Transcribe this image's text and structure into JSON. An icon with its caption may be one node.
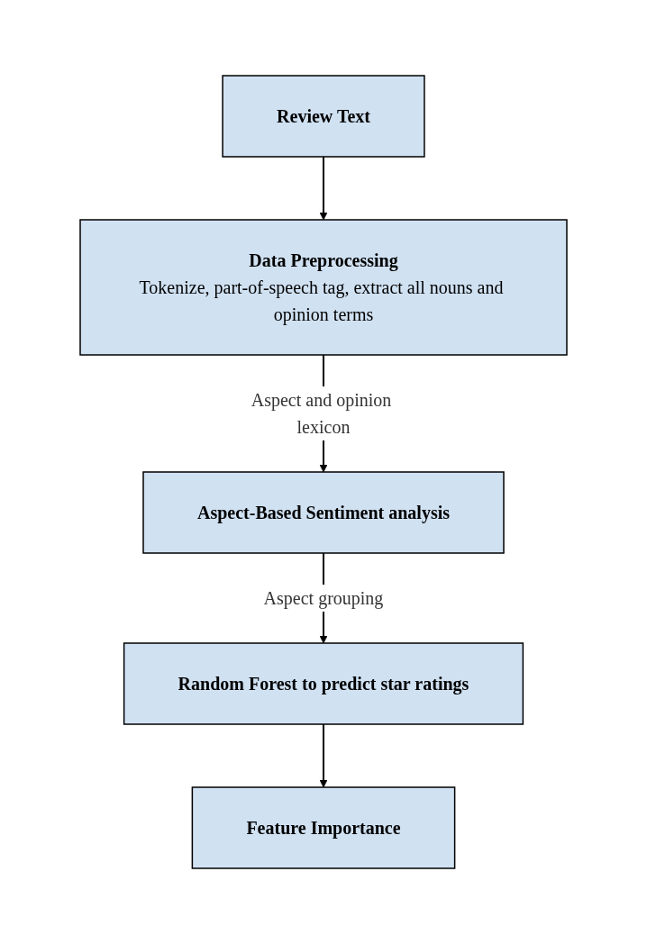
{
  "diagram": {
    "nodes": [
      {
        "text": [
          "Review Text"
        ]
      },
      {
        "text": [
          "Data Preprocessing",
          "Tokenize, part-of-speech tag, extract all nouns and opinion terms"
        ]
      },
      {
        "text": [
          "Aspect-Based Sentiment analysis"
        ]
      },
      {
        "text": [
          "Random Forest to predict star ratings"
        ]
      },
      {
        "text": [
          "Feature Importance"
        ]
      }
    ],
    "edges": [
      {
        "from": 0,
        "to": 1,
        "arrow": "to"
      },
      {
        "from": 1,
        "to": 2,
        "arrow": "to",
        "label": "Aspect and opinion lexicon"
      },
      {
        "from": 2,
        "to": 3,
        "arrow": "to",
        "label": "Aspect grouping"
      },
      {
        "from": 3,
        "to": 4,
        "arrow": "to"
      }
    ]
  }
}
